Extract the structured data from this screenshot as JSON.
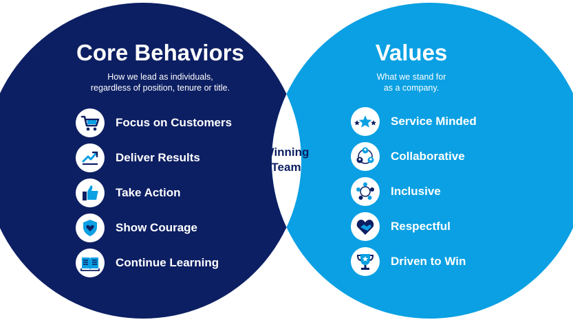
{
  "colors": {
    "navy": "#0d1f63",
    "sky": "#0aa0e3",
    "icon_blue": "#0aa0e3",
    "icon_navy": "#0d1f63"
  },
  "left": {
    "title": "Core Behaviors",
    "subtitle_line1": "How we lead as individuals,",
    "subtitle_line2": "regardless of position, tenure or title.",
    "items": [
      {
        "label": "Focus on Customers",
        "icon": "shopping-cart-icon"
      },
      {
        "label": "Deliver Results",
        "icon": "trend-chart-icon"
      },
      {
        "label": "Take Action",
        "icon": "thumbs-up-icon"
      },
      {
        "label": "Show Courage",
        "icon": "shield-heart-icon"
      },
      {
        "label": "Continue Learning",
        "icon": "open-book-icon"
      }
    ]
  },
  "center": {
    "line1": "Winning",
    "line2": "Team"
  },
  "right": {
    "title": "Values",
    "subtitle_line1": "What we stand for",
    "subtitle_line2": "as a company.",
    "items": [
      {
        "label": "Service Minded",
        "icon": "stars-icon"
      },
      {
        "label": "Collaborative",
        "icon": "connected-people-icon"
      },
      {
        "label": "Inclusive",
        "icon": "diverse-circle-icon"
      },
      {
        "label": "Respectful",
        "icon": "handshake-heart-icon"
      },
      {
        "label": "Driven to Win",
        "icon": "trophy-icon"
      }
    ]
  }
}
